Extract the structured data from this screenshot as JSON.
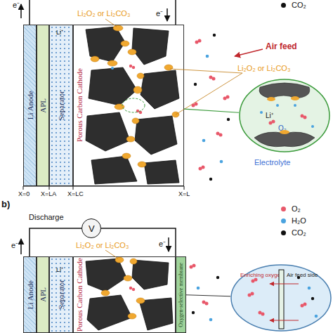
{
  "diagram": {
    "nodes": [
      {
        "text": [
          "Li Anode"
        ]
      },
      {
        "text": [
          "APL"
        ]
      },
      {
        "text": [
          "Separator"
        ]
      },
      {
        "text": [
          "Porous Carbon Cathode"
        ]
      },
      {
        "text": [
          "e⁻",
          "Li⁺",
          "O₂"
        ]
      },
      {
        "text": [
          "Discharge",
          "V"
        ]
      },
      {
        "text": [
          "Li Anode"
        ]
      },
      {
        "text": [
          "APL"
        ]
      },
      {
        "text": [
          "Separator"
        ]
      },
      {
        "text": [
          "Porous Carbon Cathode"
        ]
      },
      {
        "text": [
          "Oxygen-selective membrane"
        ]
      },
      {
        "text": [
          "Enriching oxygen",
          "Air feed side"
        ]
      }
    ],
    "edges": [
      {
        "from": 3,
        "to": 4,
        "arrow": "none"
      },
      {
        "from": 10,
        "to": 11,
        "arrow": "none"
      }
    ],
    "labels": [
      "e⁻",
      "e⁻",
      "Li₂O₂ or Li₂CO₃",
      "Air feed",
      "Li₂O₂ or Li₂CO₃",
      "Li⁺",
      "Electrolyte",
      "X=0",
      "X=LA",
      "X=LC",
      "X=L",
      "b)",
      "e⁻",
      "e⁻",
      "Li₂O₂ or Li₂CO₃",
      "Li⁺"
    ],
    "legend": [
      {
        "text": "CO₂",
        "color": "#111111"
      },
      {
        "text": "O₂",
        "color": "#e8586a"
      },
      {
        "text": "H₂O",
        "color": "#4aa3df"
      },
      {
        "text": "CO₂",
        "color": "#111111"
      }
    ]
  }
}
